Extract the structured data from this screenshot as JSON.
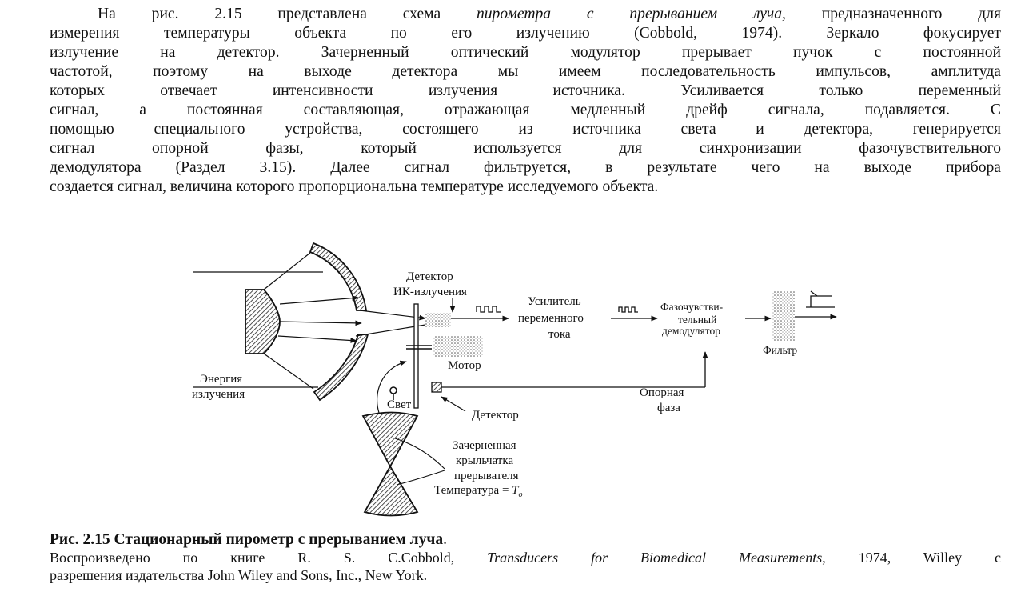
{
  "paragraph": {
    "lines": [
      "На рис. 2.15 представлена схема пирометра с прерыванием луча, предназначенного для",
      "измерения температуры объекта по его излучению (Cobbold, 1974). Зеркало фокусирует",
      "излучение на детектор. Зачерненный оптический модулятор прерывает пучок с постоянной",
      "частотой, поэтому на выходе детектора мы имеем последовательность импульсов, амплитуда",
      "которых отвечает интенсивности излучения источника. Усиливается только переменный",
      "сигнал, а постоянная составляющая, отражающая медленный дрейф сигнала, подавляется. С",
      "помощью специального устройства, состоящего из источника света и детектора, генерируется",
      "сигнал опорной фазы, который используется для синхронизации фазочувствительного",
      "демодулятора (Раздел 3.15). Далее сигнал фильтруется, в результате чего на выходе прибора",
      "создается сигнал, величина которого пропорциональна температуре исследуемого объекта."
    ],
    "first_line_parts": {
      "before": "На рис. 2.15 представлена схема ",
      "italic": "пирометра с прерыванием луча,",
      "after": " предназначенного для"
    }
  },
  "diagram": {
    "labels": {
      "detector_ir_1": "Детектор",
      "detector_ir_2": "ИК-излучения",
      "amplifier_1": "Усилитель",
      "amplifier_2": "переменного",
      "amplifier_3": "тока",
      "demod_1": "Фазочувстви-",
      "demod_2": "тельный",
      "demod_3": "демодулятор",
      "filter": "Фильтр",
      "motor": "Мотор",
      "energy_1": "Энергия",
      "energy_2": "излучения",
      "light": "Свет",
      "detector": "Детектор",
      "ref_phase_1": "Опорная",
      "ref_phase_2": "фаза",
      "chopper_1": "Зачерненная",
      "chopper_2": "крыльчатка",
      "chopper_3": "прерывателя",
      "temperature": "Температура = ",
      "temperature_var": "T",
      "temperature_sub": "o"
    }
  },
  "caption": {
    "title": "Рис. 2.15 Стационарный пирометр с прерыванием луча",
    "title_dot": ".",
    "credit_line1_before": "Воспроизведено по книге R. S. C.Cobbold, ",
    "credit_line1_italic": "Transducers for Biomedical Measurements",
    "credit_line1_after": ", 1974, Willey с",
    "credit_line2": "разрешения издательства John Wiley and Sons, Inc., New York."
  }
}
